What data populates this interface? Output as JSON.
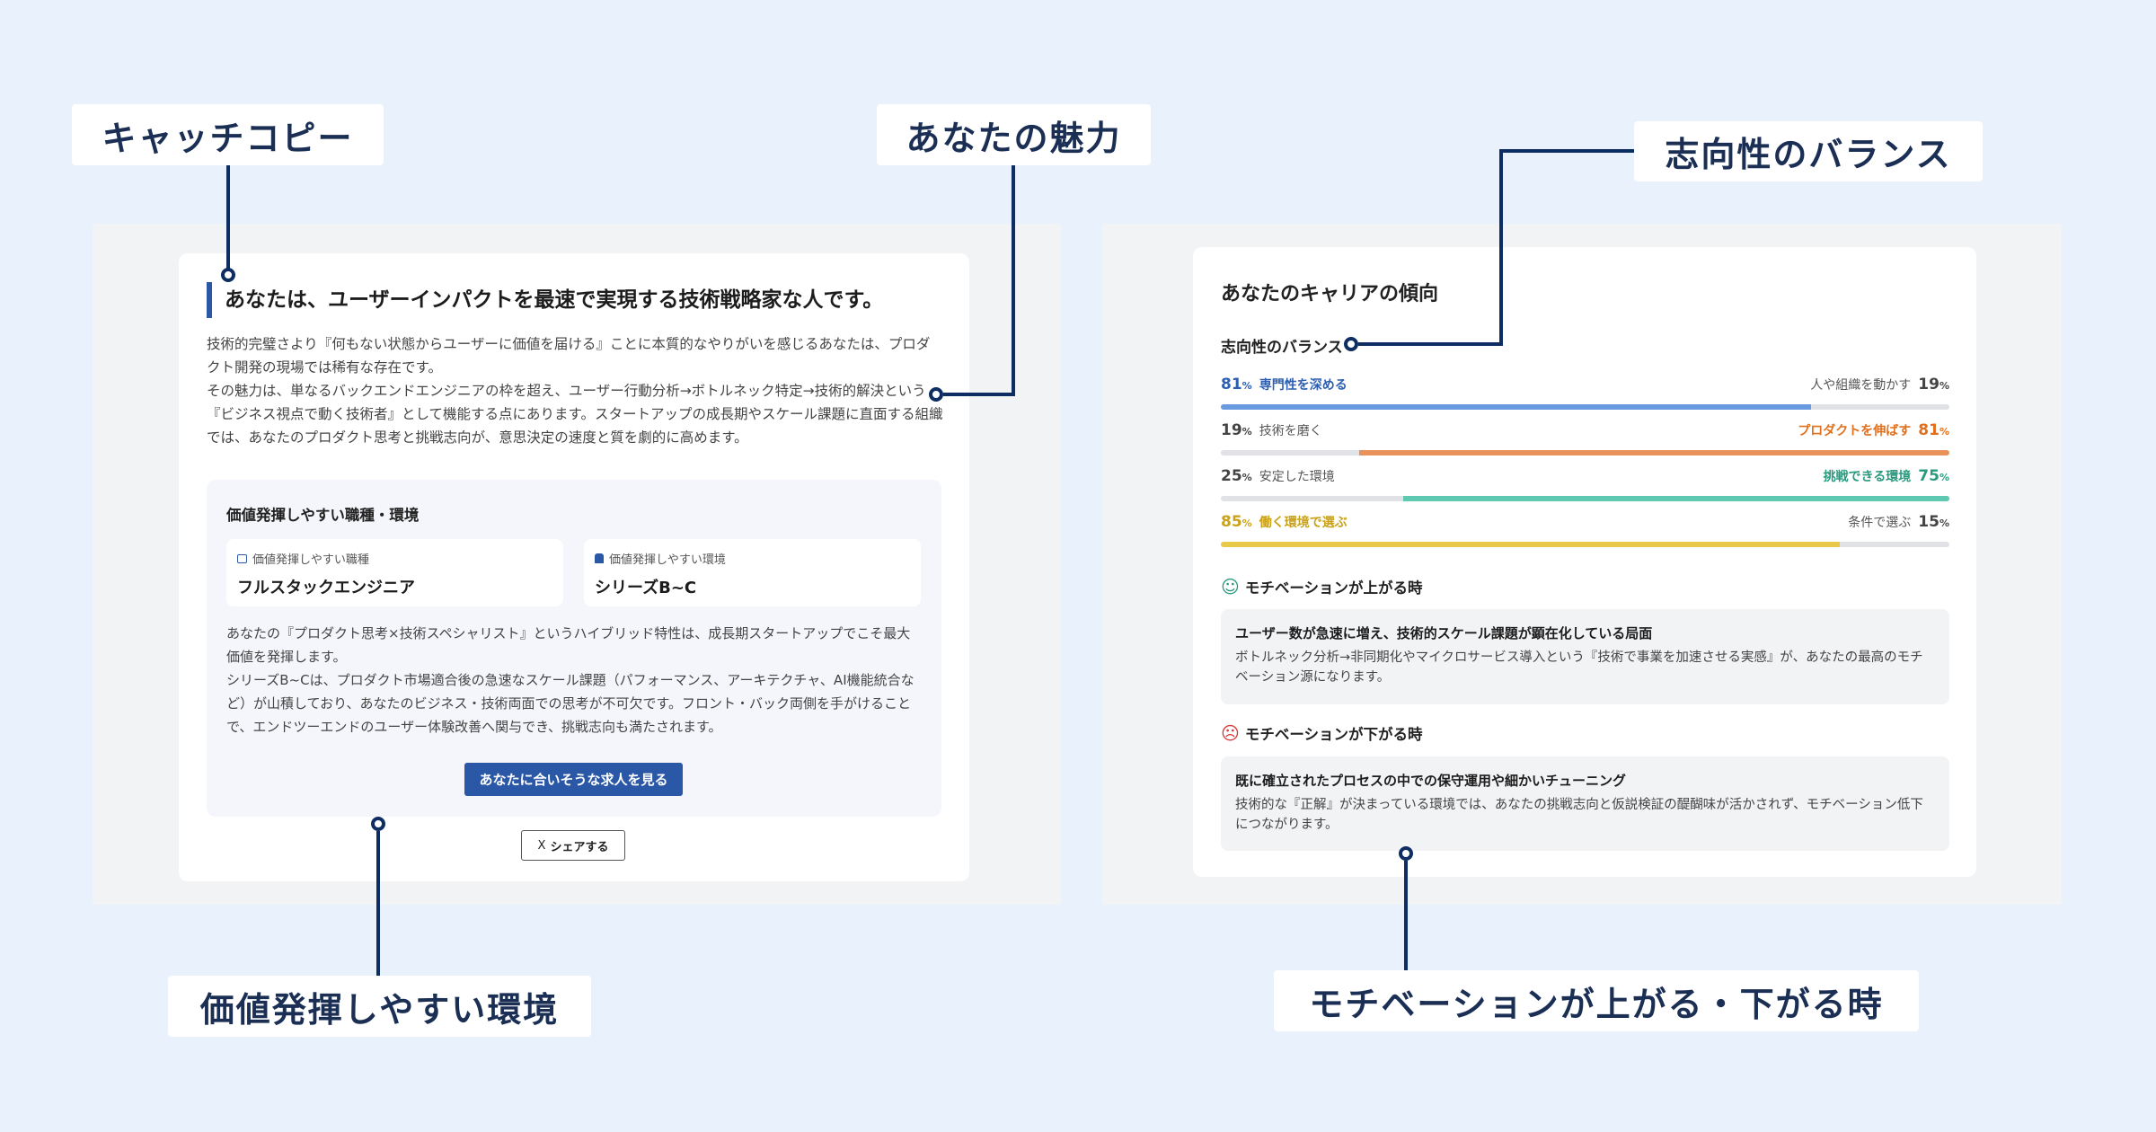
{
  "annotations": {
    "catch_copy": "キャッチコピー",
    "charm": "あなたの魅力",
    "balance": "志向性のバランス",
    "environment": "価値発揮しやすい環境",
    "motivation": "モチベーションが上がる・下がる時"
  },
  "left_card": {
    "headline": "あなたは、ユーザーインパクトを最速で実現する技術戦略家な人です。",
    "paragraphs": [
      "技術的完璧さより『何もない状態からユーザーに価値を届ける』ことに本質的なやりがいを感じるあなたは、プロダクト開発の現場では稀有な存在です。",
      "その魅力は、単なるバックエンドエンジニアの枠を超え、ユーザー行動分析→ボトルネック特定→技術的解決という『ビジネス視点で動く技術者』として機能する点にあります。スタートアップの成長期やスケール課題に直面する組織では、あなたのプロダクト思考と挑戦志向が、意思決定の速度と質を劇的に高めます。"
    ],
    "env_section": {
      "title": "価値発揮しやすい職種・環境",
      "job_caption": "価値発揮しやすい職種",
      "job_value": "フルスタックエンジニア",
      "env_caption": "価値発揮しやすい環境",
      "env_value": "シリーズB~C",
      "paragraphs": [
        "あなたの『プロダクト思考×技術スペシャリスト』というハイブリッド特性は、成長期スタートアップでこそ最大価値を発揮します。",
        "シリーズB~Cは、プロダクト市場適合後の急速なスケール課題（パフォーマンス、アーキテクチャ、AI機能統合など）が山積しており、あなたのビジネス・技術両面での思考が不可欠です。フロント・バック両側を手がけることで、エンドツーエンドのユーザー体験改善へ関与でき、挑戦志向も満たされます。"
      ],
      "cta": "あなたに合いそうな求人を見る"
    },
    "share": "シェアする",
    "share_icon": "X"
  },
  "right_card": {
    "title": "あなたのキャリアの傾向",
    "balance_title": "志向性のバランス",
    "rows": [
      {
        "left_label": "専門性を深める",
        "left_pct": 81,
        "right_label": "人や組織を動かす",
        "right_pct": 19,
        "dominant": "left",
        "color": "#6a9be0",
        "text_color": "#2c5fb0"
      },
      {
        "left_label": "技術を磨く",
        "left_pct": 19,
        "right_label": "プロダクトを伸ばす",
        "right_pct": 81,
        "dominant": "right",
        "color": "#e8915a",
        "text_color": "#e0701f"
      },
      {
        "left_label": "安定した環境",
        "left_pct": 25,
        "right_label": "挑戦できる環境",
        "right_pct": 75,
        "dominant": "right",
        "color": "#5ec8b0",
        "text_color": "#2a9a7f"
      },
      {
        "left_label": "働く環境で選ぶ",
        "left_pct": 85,
        "right_label": "条件で選ぶ",
        "right_pct": 15,
        "dominant": "left",
        "color": "#e9c94a",
        "text_color": "#c9a21a"
      }
    ],
    "pct_unit": "%",
    "up": {
      "heading": "モチベーションが上がる時",
      "title": "ユーザー数が急速に増え、技術的スケール課題が顕在化している局面",
      "desc": "ボトルネック分析→非同期化やマイクロサービス導入という『技術で事業を加速させる実感』が、あなたの最高のモチベーション源になります。"
    },
    "down": {
      "heading": "モチベーションが下がる時",
      "title": "既に確立されたプロセスの中での保守運用や細かいチューニング",
      "desc": "技術的な『正解』が決まっている環境では、あなたの挑戦志向と仮説検証の醍醐味が活かされず、モチベーション低下につながります。"
    }
  },
  "colors": {
    "accent": "#2a58a6",
    "connector": "#0d2d63",
    "up": "#2a9a7f",
    "down": "#d23a3a"
  }
}
